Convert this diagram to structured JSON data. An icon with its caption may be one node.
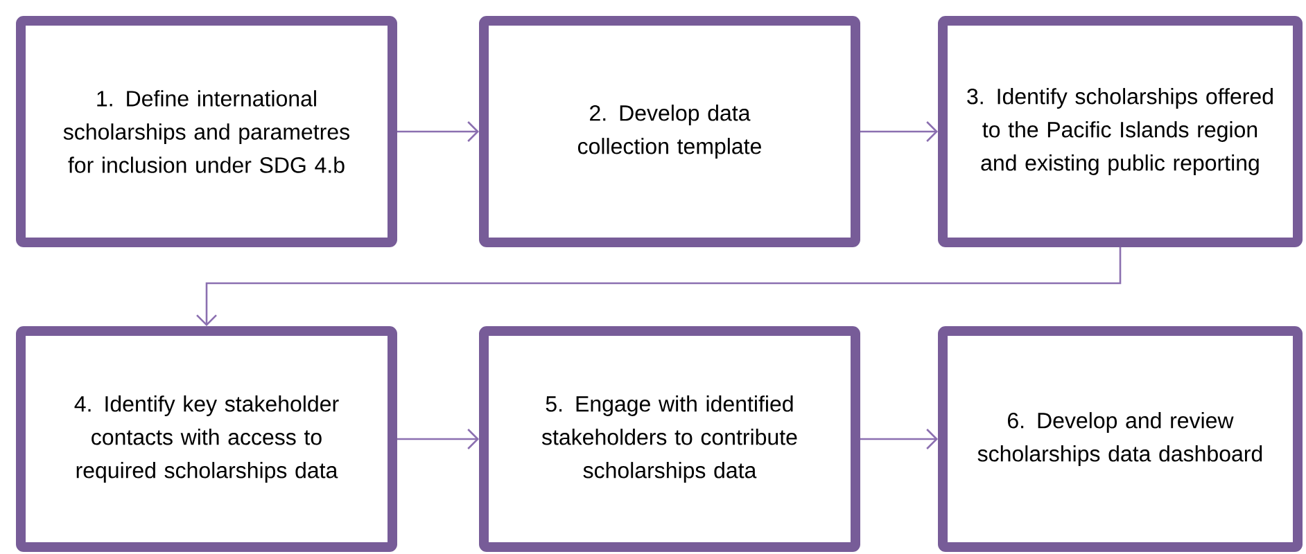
{
  "diagram": {
    "nodes": [
      {
        "text": [
          "1. Define international scholarships and parametres for inclusion under SDG 4.b"
        ]
      },
      {
        "text": [
          "2. Develop data collection template"
        ]
      },
      {
        "text": [
          "3. Identify scholarships offered to the Pacific Islands region and existing public reporting"
        ]
      },
      {
        "text": [
          "4. Identify key stakeholder contacts with access to required scholarships data"
        ]
      },
      {
        "text": [
          "5. Engage with identified stakeholders to contribute scholarships data"
        ]
      },
      {
        "text": [
          "6. Develop and review scholarships data dashboard"
        ]
      }
    ],
    "edges": [
      {
        "from": 0,
        "to": 1,
        "arrow": "to"
      },
      {
        "from": 1,
        "to": 2,
        "arrow": "to"
      },
      {
        "from": 2,
        "to": 3,
        "arrow": "to"
      },
      {
        "from": 3,
        "to": 4,
        "arrow": "to"
      },
      {
        "from": 4,
        "to": 5,
        "arrow": "to"
      }
    ]
  }
}
